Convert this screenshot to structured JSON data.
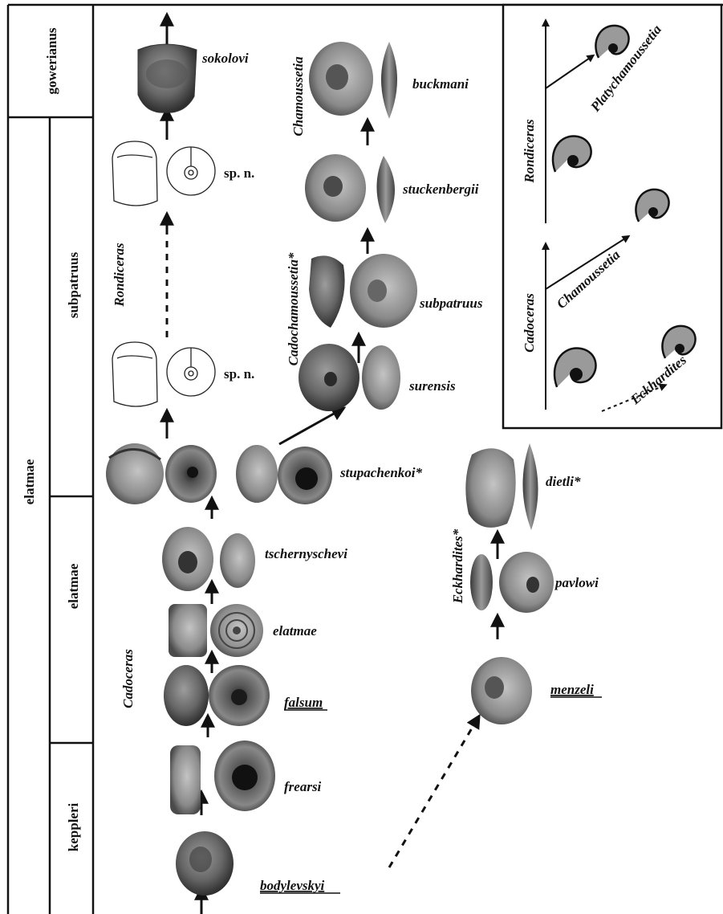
{
  "zones": {
    "top": "gowerianus",
    "main": "elatmae",
    "sub": [
      "subpatruus",
      "elatmae",
      "keppleri"
    ]
  },
  "genera": {
    "cadoceras": "Cadoceras",
    "rondiceras": "Rondiceras",
    "chamoussetia": "Chamoussetia",
    "cadochamoussetia": "Cadochamoussetia*",
    "eckhardites": "Eckhardites*"
  },
  "species": {
    "sokolovi": "sokolovi",
    "spn_upper": "sp. n.",
    "spn_lower": "sp. n.",
    "buckmani": "buckmani",
    "stuckenbergii": "stuckenbergii",
    "subpatruus": "subpatruus",
    "surensis": "surensis",
    "stupachenkoi": "stupachenkoi*",
    "dietli": "dietli*",
    "tschernyschevi": "tschernyschevi",
    "pavlowi": "pavlowi",
    "elatmae": "elatmae",
    "falsum": "falsum",
    "menzeli": "menzeli",
    "frearsi": "frearsi",
    "bodylevskyi": "bodylevskyi"
  },
  "inset": {
    "rondiceras": "Rondiceras",
    "platychamoussetia": "Platychamoussetia",
    "cadoceras": "Cadoceras",
    "chamoussetia": "Chamoussetia",
    "eckhardites": "Eckhardites"
  },
  "colors": {
    "line": "#111111",
    "shell_dark": "#3a3a3a",
    "shell_mid": "#777777",
    "shell_light": "#b5b5b5",
    "icon_fill": "#9a9a9a"
  }
}
